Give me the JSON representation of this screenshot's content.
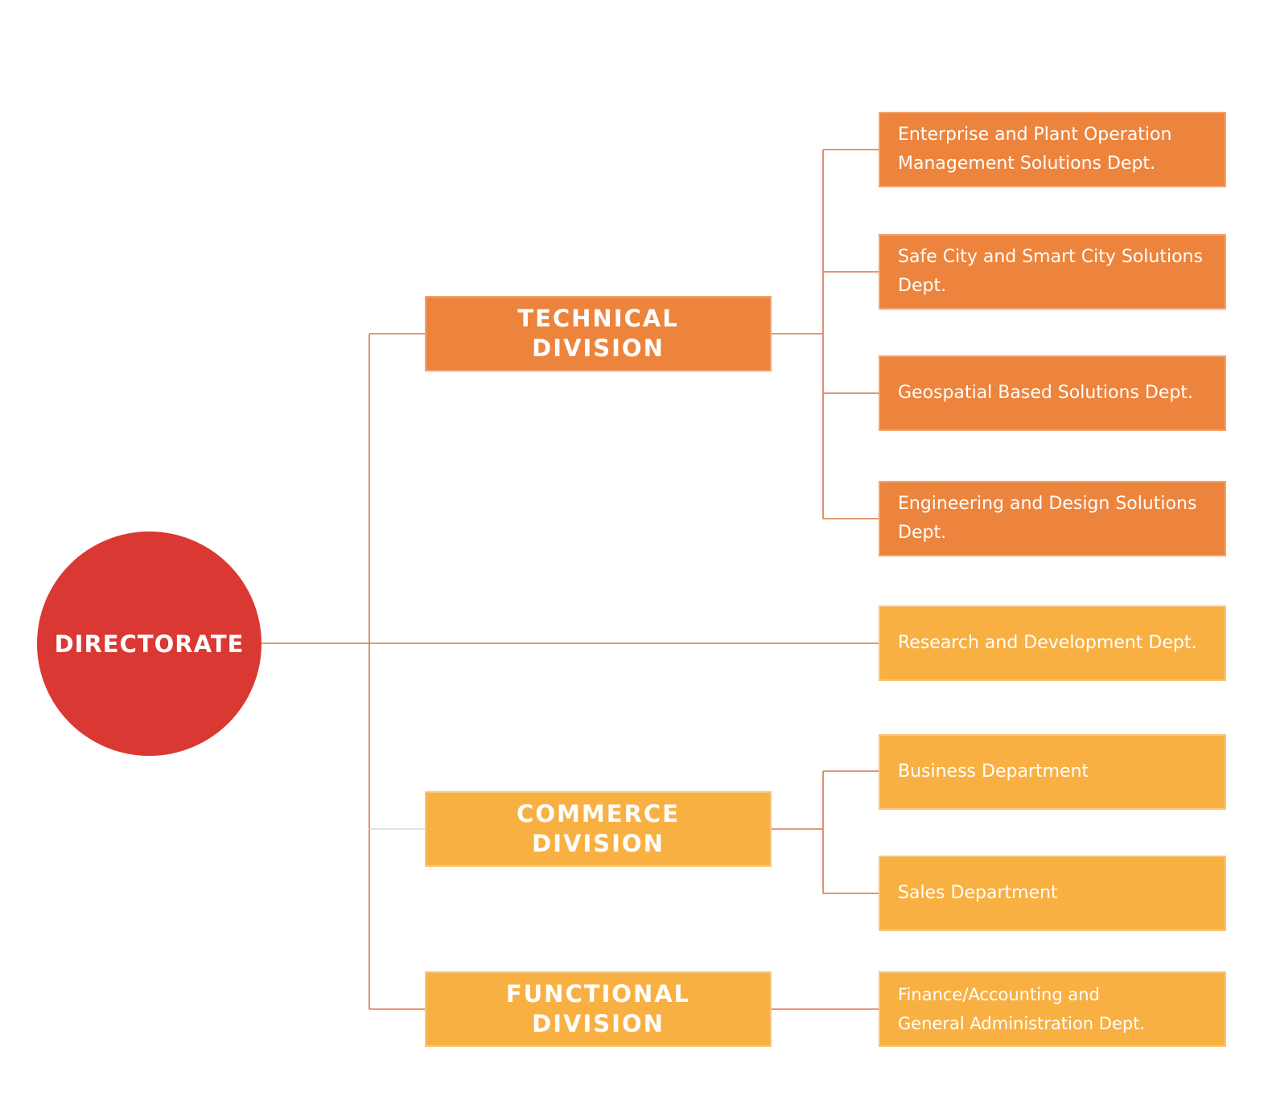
{
  "root": {
    "label": "DIRECTORATE"
  },
  "divisions": {
    "technical": "TECHNICAL\nDIVISION",
    "commerce": "COMMERCE\nDIVISION",
    "functional": "FUNCTIONAL\nDIVISION"
  },
  "departments": {
    "enterprise": "Enterprise and Plant Operation\nManagement Solutions Dept.",
    "safe_city": "Safe City and Smart City Solutions\nDept.",
    "geospatial": "Geospatial Based Solutions Dept.",
    "engineering": "Engineering and Design Solutions\nDept.",
    "research": "Research and Development Dept.",
    "business": "Business Department",
    "sales": "Sales Department",
    "finance": "Finance/Accounting and\nGeneral Administration Dept."
  },
  "colors": {
    "root": "#da3832",
    "dark_orange": "#ed843d",
    "light_orange": "#f9b043",
    "connector": "#d9774a"
  }
}
